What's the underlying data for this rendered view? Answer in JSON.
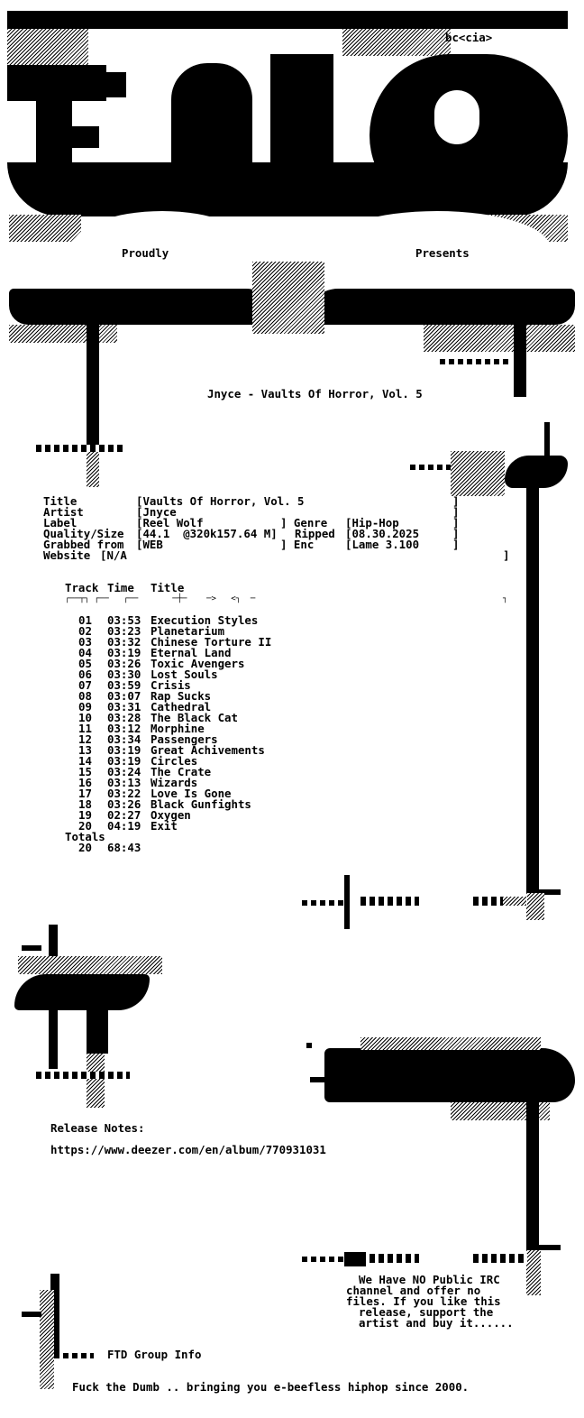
{
  "header": {
    "signature": "bc<cia>",
    "proudly": "Proudly",
    "presents": "Presents"
  },
  "release_title": "Jnyce - Vaults Of Horror, Vol. 5",
  "info": {
    "title_label": "Title",
    "title_value": "[Vaults Of Horror, Vol. 5",
    "artist_label": "Artist",
    "artist_value": "[Jnyce",
    "label_label": "Label",
    "label_value": "[Reel Wolf",
    "genre_label": "] Genre",
    "genre_value": "[Hip-Hop",
    "quality_label": "Quality/Size",
    "quality_value": "[44.1  @320k157.64 M]",
    "ripped_label": "Ripped",
    "ripped_value": "[08.30.2025",
    "grabbed_label": "Grabbed from",
    "grabbed_value": "[WEB",
    "enc_label": "] Enc",
    "enc_value": "[Lame 3.100",
    "website_label": "Website",
    "website_value": "[N/A",
    "bracket_close": "]"
  },
  "tracklist": {
    "col_track": "Track",
    "col_time": "Time",
    "col_title": "Title",
    "rule": "┌──┬┐ ┌──   ┌──       ─┼─    ─>   <┐  ─",
    "rule_end": "┐",
    "tracks": [
      {
        "num": "01",
        "time": "03:53",
        "title": "Execution Styles"
      },
      {
        "num": "02",
        "time": "03:23",
        "title": "Planetarium"
      },
      {
        "num": "03",
        "time": "03:32",
        "title": "Chinese Torture II"
      },
      {
        "num": "04",
        "time": "03:19",
        "title": "Eternal Land"
      },
      {
        "num": "05",
        "time": "03:26",
        "title": "Toxic Avengers"
      },
      {
        "num": "06",
        "time": "03:30",
        "title": "Lost Souls"
      },
      {
        "num": "07",
        "time": "03:59",
        "title": "Crisis"
      },
      {
        "num": "08",
        "time": "03:07",
        "title": "Rap Sucks"
      },
      {
        "num": "09",
        "time": "03:31",
        "title": "Cathedral"
      },
      {
        "num": "10",
        "time": "03:28",
        "title": "The Black Cat"
      },
      {
        "num": "11",
        "time": "03:12",
        "title": "Morphine"
      },
      {
        "num": "12",
        "time": "03:34",
        "title": "Passengers"
      },
      {
        "num": "13",
        "time": "03:19",
        "title": "Great Achivements"
      },
      {
        "num": "14",
        "time": "03:19",
        "title": "Circles"
      },
      {
        "num": "15",
        "time": "03:24",
        "title": "The Crate"
      },
      {
        "num": "16",
        "time": "03:13",
        "title": "Wizards"
      },
      {
        "num": "17",
        "time": "03:22",
        "title": "Love Is Gone"
      },
      {
        "num": "18",
        "time": "03:26",
        "title": "Black Gunfights"
      },
      {
        "num": "19",
        "time": "02:27",
        "title": "Oxygen"
      },
      {
        "num": "20",
        "time": "04:19",
        "title": "Exit"
      }
    ],
    "totals_label": "Totals",
    "totals_count": "20",
    "totals_time": "68:43"
  },
  "notes": {
    "label": "Release Notes:",
    "url": "https://www.deezer.com/en/album/770931031"
  },
  "irc_notice": [
    "We Have NO Public IRC",
    "channel and offer no",
    "files. If you like this",
    "release, support the",
    "artist and buy it......"
  ],
  "group_info": "FTD Group Info",
  "footer": "Fuck the Dumb .. bringing you e-beefless hiphop since 2000."
}
